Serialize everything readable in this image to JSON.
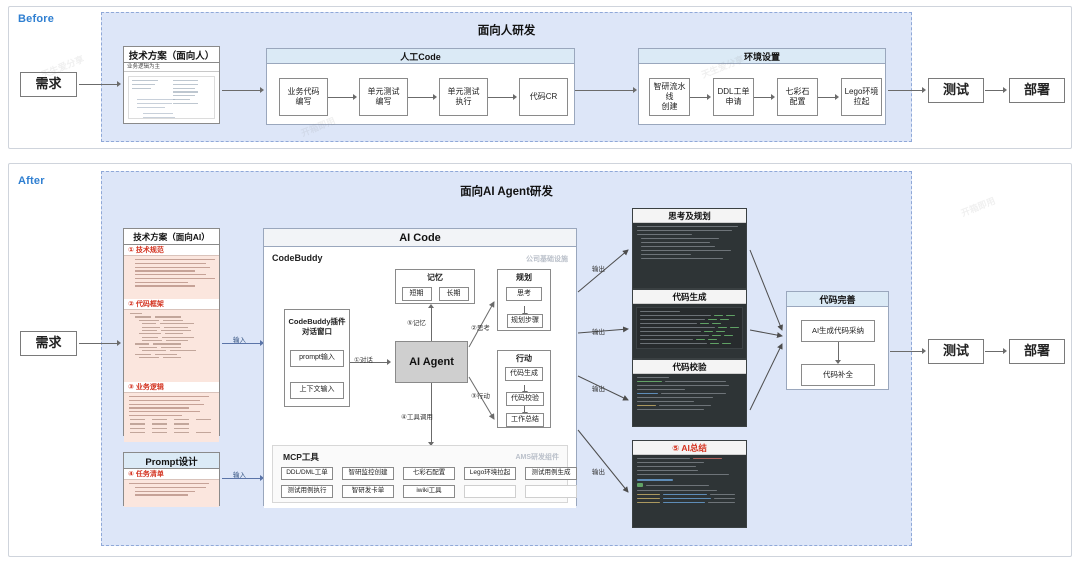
{
  "sections": {
    "before": {
      "tag": "Before",
      "region_title": "面向人研发",
      "start_node": "需求",
      "plan_panel": {
        "title": "技术方案（面向人）",
        "subtitle": "业务逻辑为主"
      },
      "groups": [
        {
          "title": "人工Code",
          "steps": [
            "业务代码\n编写",
            "单元测试\n编写",
            "单元测试\n执行",
            "代码CR"
          ]
        },
        {
          "title": "环境设置",
          "steps": [
            "智研流水线\n创建",
            "DDL工单\n申请",
            "七彩石\n配置",
            "Lego环境\n拉起"
          ]
        }
      ],
      "tail_nodes": [
        "测试",
        "部署"
      ]
    },
    "after": {
      "tag": "After",
      "region_title": "面向AI Agent研发",
      "start_node": "需求",
      "input_labels": [
        "输入",
        "输入"
      ],
      "output_labels": [
        "输出",
        "输出",
        "输出",
        "输出"
      ],
      "plan_panel": {
        "title": "技术方案（面向AI）",
        "sections": [
          {
            "label": "① 技术规范"
          },
          {
            "label": "② 代码框架"
          },
          {
            "label": "③ 业务逻辑"
          }
        ]
      },
      "prompt_panel": {
        "title": "Prompt设计",
        "sections": [
          {
            "label": "④ 任务清单"
          }
        ]
      },
      "ai_code": {
        "title": "AI Code",
        "codebuddy_label": "CodeBuddy",
        "codebuddy_note": "公司基础设施",
        "chat_card": {
          "title": "CodeBuddy插件\n对话窗口",
          "items": [
            "prompt输入",
            "上下文输入"
          ]
        },
        "agent_label": "AI Agent",
        "memory": {
          "title": "记忆",
          "items": [
            "短期",
            "长期"
          ]
        },
        "planning": {
          "title": "规划",
          "items": [
            "思考",
            "规划步骤"
          ]
        },
        "action": {
          "title": "行动",
          "items": [
            "代码生成",
            "代码校验",
            "工作总结"
          ]
        },
        "edges": [
          {
            "label": "①对话"
          },
          {
            "label": "②思考"
          },
          {
            "label": "③行动"
          },
          {
            "label": "④工具调用"
          },
          {
            "label": "⑤记忆"
          }
        ],
        "mcp": {
          "title": "MCP工具",
          "note": "AMS研发组件",
          "tools": [
            "DDL/DML工单",
            "智研监控创建",
            "七彩石配置",
            "Lego环境拉起",
            "测试用例生成",
            "测试用例执行",
            "智研发卡单",
            "iwiki工具",
            "",
            ""
          ]
        }
      },
      "dark_panels": [
        {
          "title": "思考及规划",
          "red": false
        },
        {
          "title": "代码生成",
          "red": false
        },
        {
          "title": "代码校验",
          "red": false
        },
        {
          "title": "⑤ AI总结",
          "red": true
        }
      ],
      "refine_panel": {
        "title": "代码完善",
        "steps": [
          "AI生成代码采纳",
          "代码补全"
        ]
      },
      "tail_nodes": [
        "测试",
        "部署"
      ]
    }
  },
  "colors": {
    "accent_blue": "#2f7fd1",
    "region_fill": "#dde6f8",
    "region_border": "#8fa8d8",
    "panel_header": "#dbeaf6",
    "doc_section_fill": "#fbe6de",
    "doc_section_label": "#d3321f",
    "agent_fill": "#cfcfcf",
    "terminal_bg": "#2e3436"
  },
  "watermarks": [
    "天生爱分享",
    "开箱即用",
    "天生爱分享",
    "开箱即用"
  ]
}
